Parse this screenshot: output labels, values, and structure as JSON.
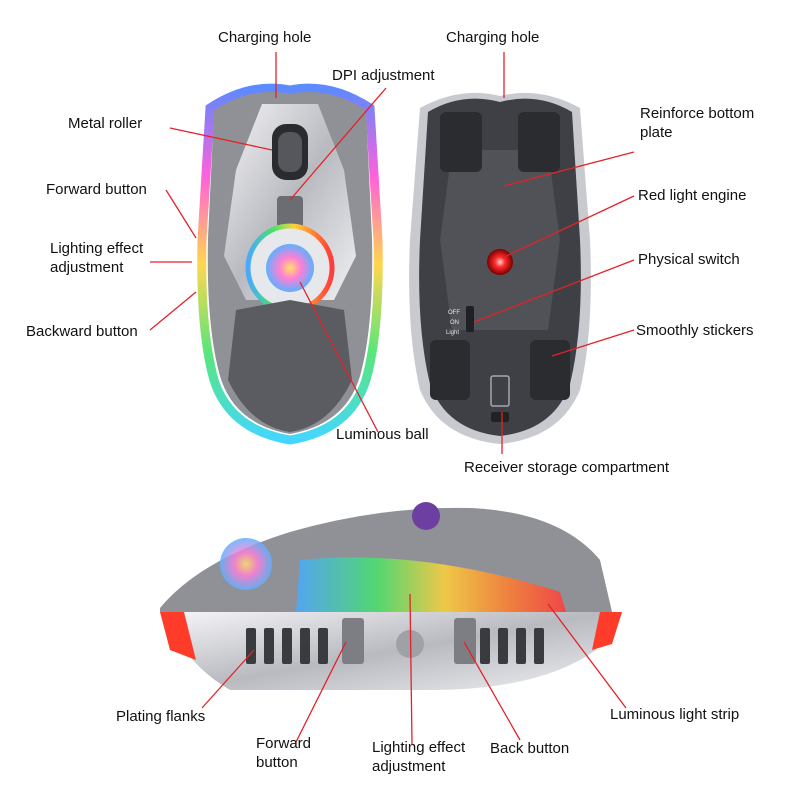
{
  "colors": {
    "leader_line": "#e2232a",
    "shell_grey": "#8f9196",
    "shell_dark": "#3e4045",
    "chrome": "#d7d8de",
    "text": "#111111"
  },
  "top_view": {
    "charging_hole": "Charging hole",
    "dpi_adjustment": "DPI adjustment",
    "metal_roller": "Metal roller",
    "forward_button": "Forward button",
    "lighting_effect_adjustment": "Lighting effect adjustment",
    "backward_button": "Backward button",
    "luminous_ball": "Luminous ball"
  },
  "bottom_view": {
    "charging_hole": "Charging hole",
    "reinforce_bottom_plate": "Reinforce bottom plate",
    "red_light_engine": "Red light engine",
    "physical_switch": "Physical switch",
    "smoothly_stickers": "Smoothly stickers",
    "receiver_storage_compartment": "Receiver storage compartment",
    "switch_off": "OFF",
    "switch_on": "ON",
    "switch_light": "Light"
  },
  "side_view": {
    "plating_flanks": "Plating flanks",
    "forward_button": "Forward button",
    "lighting_effect_adjustment": "Lighting effect adjustment",
    "back_button": "Back button",
    "luminous_light_strip": "Luminous light strip"
  }
}
